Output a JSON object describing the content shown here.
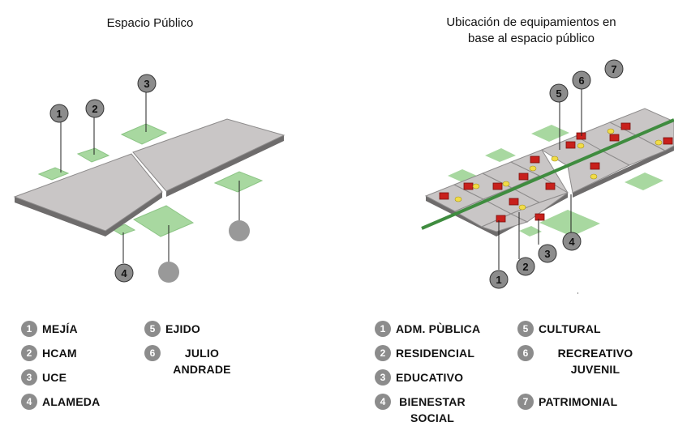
{
  "titles": {
    "left": "Espacio Público",
    "right_line1": "Ubicación de equipamientos en",
    "right_line2": "base al espacio público"
  },
  "left_markers": [
    "1",
    "2",
    "3",
    "4"
  ],
  "right_markers": [
    "1",
    "2",
    "3",
    "4",
    "5",
    "6",
    "7"
  ],
  "legend_left": [
    {
      "num": "1",
      "label": "MEJÍA"
    },
    {
      "num": "2",
      "label": "HCAM"
    },
    {
      "num": "3",
      "label": "UCE"
    },
    {
      "num": "4",
      "label": "ALAMEDA"
    },
    {
      "num": "5",
      "label": "EJIDO"
    },
    {
      "num": "6",
      "label_line1": "JULIO",
      "label_line2": "ANDRADE"
    }
  ],
  "legend_right": [
    {
      "num": "1",
      "label": "ADM. PÙBLICA"
    },
    {
      "num": "2",
      "label": "RESIDENCIAL"
    },
    {
      "num": "3",
      "label": "EDUCATIVO"
    },
    {
      "num": "4",
      "label_line1": "BIENESTAR",
      "label_line2": "SOCIAL"
    },
    {
      "num": "5",
      "label": "CULTURAL"
    },
    {
      "num": "6",
      "label_line1": "RECREATIVO",
      "label_line2": "JUVENIL"
    },
    {
      "num": "7",
      "label": "PATRIMONIAL"
    }
  ],
  "colors": {
    "plaza_gray": "#c9c6c6",
    "plaza_edge": "#7d7b7b",
    "green_space": "#a8d8a0",
    "axis_green": "#3f8c3f",
    "marker_gray": "#8c8c8c",
    "building_red": "#c8201c",
    "dot_yellow": "#f1dc47"
  }
}
